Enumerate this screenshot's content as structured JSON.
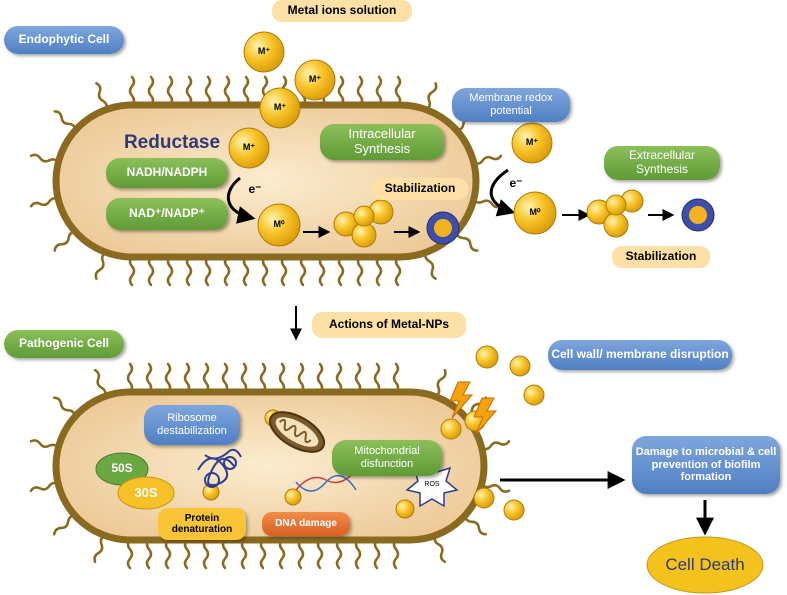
{
  "colors": {
    "membrane": "#8a6a1f",
    "cytoplasm": "#f4ddb6",
    "particle": "#f6b820",
    "blue_box": "#5b88c9",
    "green_box": "#6ca842",
    "peach_box": "#fde0a6",
    "orange_box": "#e36f2c",
    "death": "#f4c21c"
  },
  "labels": {
    "endophytic_cell": "Endophytic Cell",
    "metal_ions_solution": "Metal ions solution",
    "reductase": "Reductase",
    "intracellular_synthesis": "Intracellular Synthesis",
    "nadh_nadph": "NADH/NADPH",
    "nad_nadp": "NAD⁺/NADP⁺",
    "stabilization_intra": "Stabilization",
    "membrane_redox": "Membrane redox potential",
    "extracellular_synthesis": "Extracellular Synthesis",
    "stabilization_extra": "Stabilization",
    "actions": "Actions of Metal-NPs",
    "pathogenic_cell": "Pathogenic Cell",
    "cell_wall_disruption": "Cell wall/ membrane disruption",
    "ribosome": "Ribosome destabilization",
    "mitochondrial": "Mitochondrial disfunction",
    "s50": "50S",
    "s30": "30S",
    "protein": "Protein denaturation",
    "dna": "DNA damage",
    "ros": "ROS",
    "damage": "Damage to microbial & cell prevention of biofilm formation",
    "cell_death": "Cell Death"
  },
  "ions": {
    "m_plus": "M⁺",
    "m_zero": "M⁰",
    "electron": "e⁻"
  }
}
